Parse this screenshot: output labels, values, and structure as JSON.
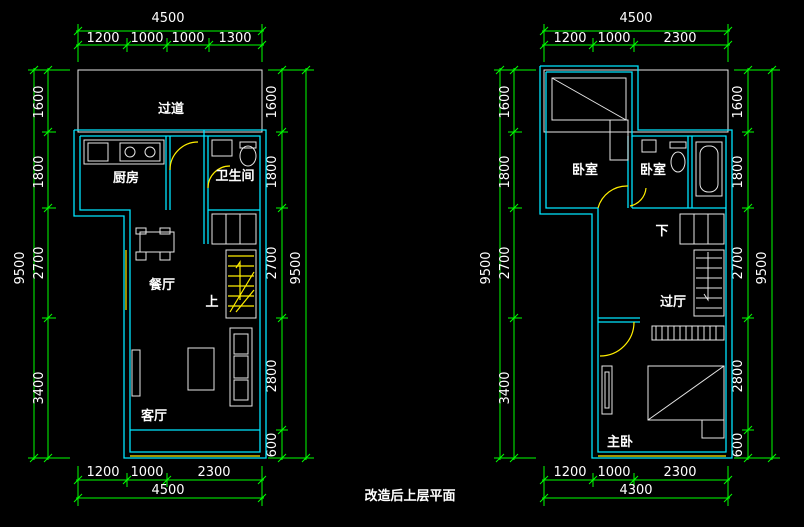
{
  "title": "改造后上层平面",
  "left_plan": {
    "top_total": "4500",
    "top_segments": [
      "1200",
      "1000",
      "1000",
      "1300"
    ],
    "bottom_segments": [
      "1200",
      "1000",
      "2300"
    ],
    "bottom_total": "4500",
    "left_total": "9500",
    "left_segments": [
      "1600",
      "1800",
      "2700",
      "3400"
    ],
    "right_segments": [
      "1600",
      "1800",
      "2700",
      "2800",
      "600"
    ],
    "right_total": "9500",
    "rooms": {
      "corridor": "过道",
      "kitchen": "厨房",
      "bathroom": "卫生间",
      "dining": "餐厅",
      "living": "客厅",
      "stair_up": "上"
    }
  },
  "right_plan": {
    "top_total": "4500",
    "top_segments": [
      "1200",
      "1000",
      "2300"
    ],
    "bottom_segments": [
      "1200",
      "1000",
      "2300"
    ],
    "bottom_total": "4300",
    "left_total": "9500",
    "left_segments": [
      "1600",
      "1800",
      "2700",
      "3400"
    ],
    "right_segments": [
      "1600",
      "1800",
      "2700",
      "2800",
      "600"
    ],
    "right_total": "9500",
    "rooms": {
      "bedroom1": "卧室",
      "bedroom2": "卧室",
      "stair_down": "下",
      "hall": "过厅",
      "master": "主卧"
    }
  },
  "colors": {
    "background": "#000000",
    "dimension_lines": "#00ff00",
    "walls": "#00e5ff",
    "fixtures": "#e6e6e6",
    "doors_stairs": "#ffee00"
  }
}
